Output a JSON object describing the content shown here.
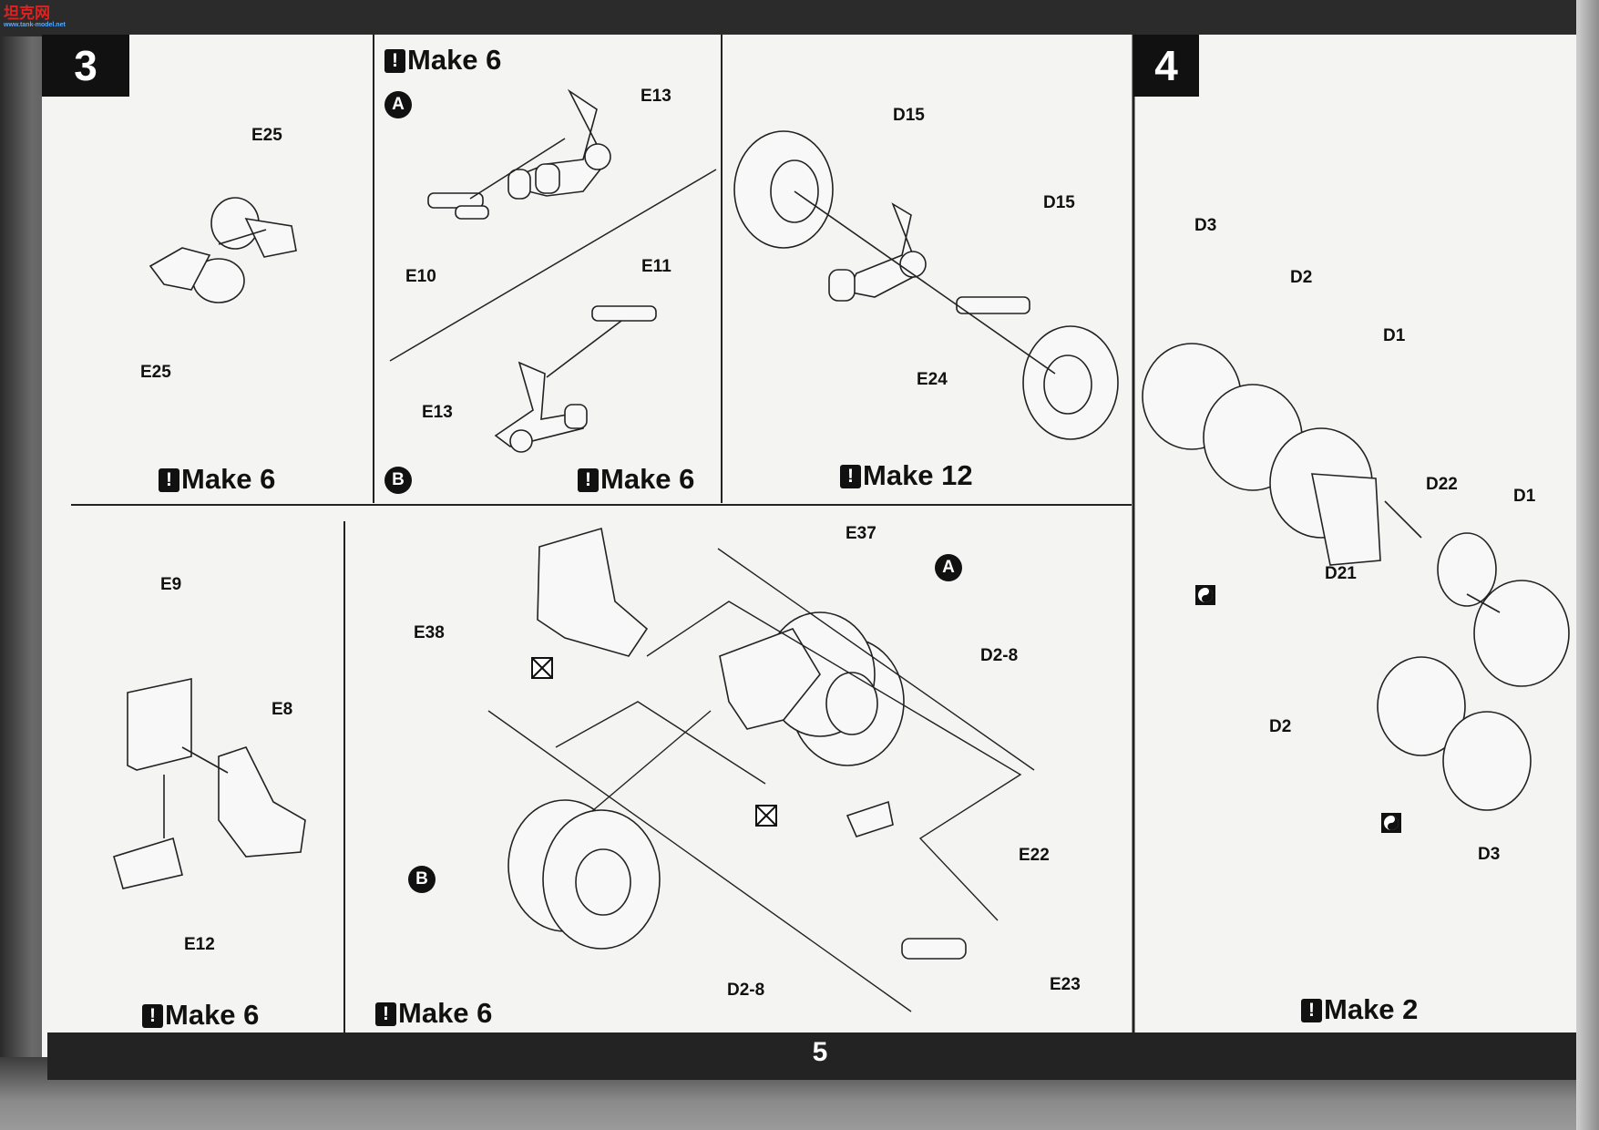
{
  "watermark": {
    "text": "坦克网",
    "sub": "www.tank-model.net"
  },
  "page_number": "5",
  "steps": [
    {
      "id": "step-3",
      "number": "3"
    },
    {
      "id": "step-4",
      "number": "4"
    }
  ],
  "sub_markers": [
    "A",
    "B"
  ],
  "make_labels": {
    "step3_top_left": "Make 6",
    "step3_a_header": "Make 6",
    "step3_b": "Make 6",
    "step3_wheels": "Make 12",
    "step3_lower_left": "Make 6",
    "step3_assembly": "Make 6",
    "step4": "Make 2"
  },
  "callouts": {
    "e25_top": "E25",
    "e25_bottom": "E25",
    "e13_a": "E13",
    "e10": "E10",
    "e11": "E11",
    "e13_b": "E13",
    "d15_left": "D15",
    "d15_right": "D15",
    "e24": "E24",
    "e9": "E9",
    "e8": "E8",
    "e12": "E12",
    "e37": "E37",
    "e38": "E38",
    "d2_8_right": "D2-8",
    "e22": "E22",
    "b_label": "B",
    "a_label": "A",
    "d2_8_bottom": "D2-8",
    "e23": "E23",
    "d3_top": "D3",
    "d2_top": "D2",
    "d1_top": "D1",
    "d22": "D22",
    "d1_right": "D1",
    "d21": "D21",
    "d2_bottom": "D2",
    "d3_bottom": "D3"
  },
  "icons": {
    "warning": "exclamation-icon",
    "symmetry": "yin-yang-icon",
    "no_glue": "crossed-box-icon"
  }
}
